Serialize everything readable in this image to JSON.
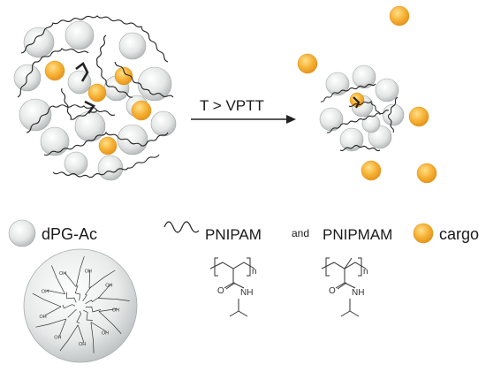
{
  "arrow": {
    "label": "T > VPTT"
  },
  "legend": {
    "dpg": "dPG-Ac",
    "pnipam": "PNIPAM",
    "and": "and",
    "pnipmam": "PNIPMAM",
    "cargo": "cargo"
  },
  "structure": {
    "subscript": "n",
    "oxygen": "O",
    "nh": "NH",
    "oh": "OH"
  },
  "colors": {
    "sphere": "#e6e8e8",
    "sphere_edge": "#9ea3a3",
    "cargo": "#f4a82c",
    "cargo_edge": "#e7951a",
    "chain": "#222222",
    "text": "#1a1a1a"
  }
}
